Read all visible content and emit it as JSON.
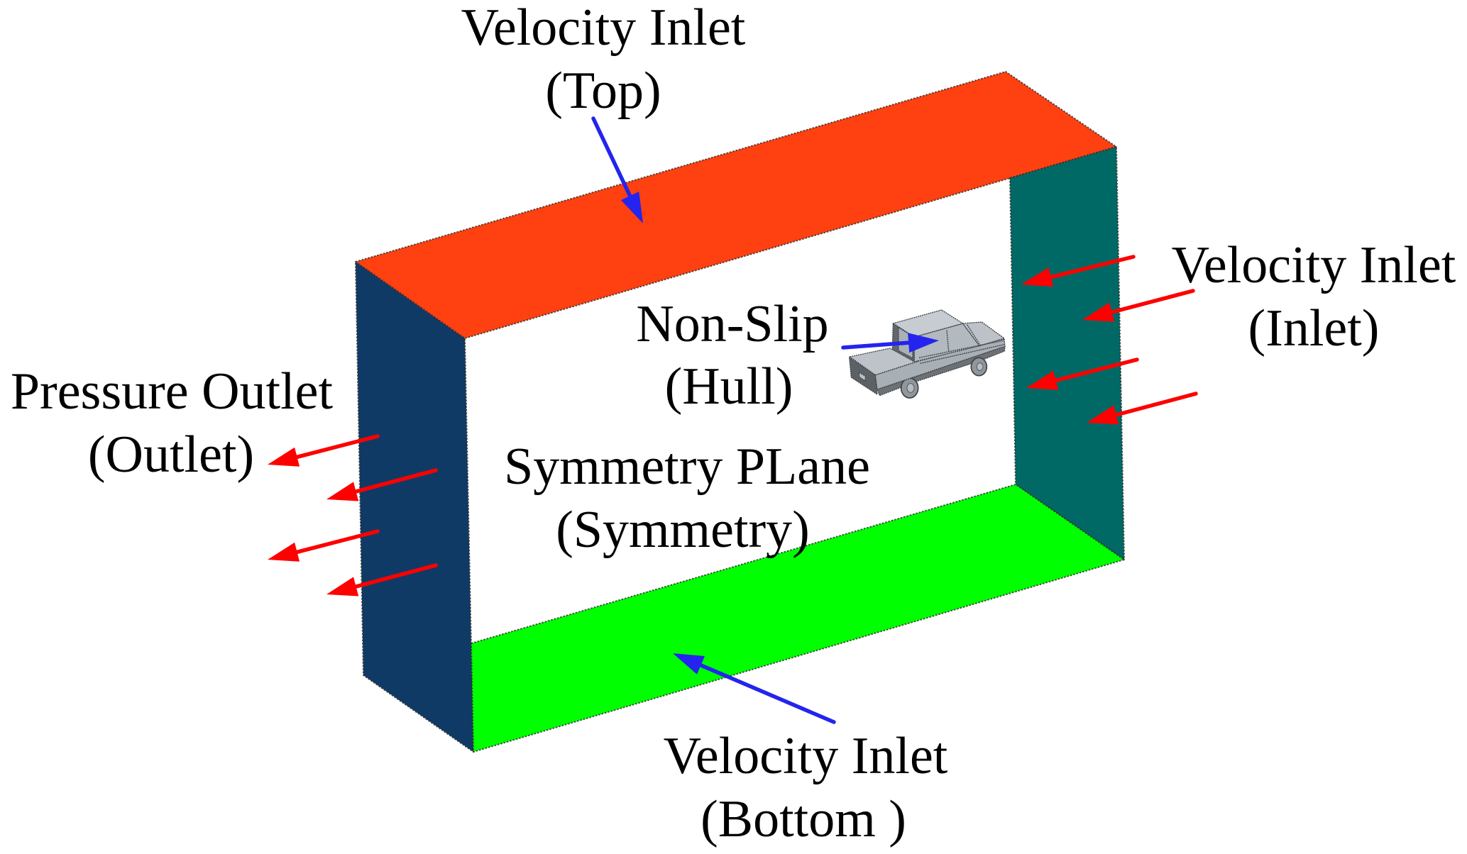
{
  "diagram": {
    "labels": {
      "top": {
        "title": "Velocity Inlet",
        "subtitle": "(Top)"
      },
      "inlet": {
        "title": "Velocity Inlet",
        "subtitle": "(Inlet)"
      },
      "hull": {
        "title": "Non-Slip",
        "subtitle": "(Hull)"
      },
      "outlet": {
        "title": "Pressure Outlet",
        "subtitle": "(Outlet)"
      },
      "symmetry": {
        "title": "Symmetry PLane",
        "subtitle": "(Symmetry)"
      },
      "bottom": {
        "title": "Velocity Inlet",
        "subtitle": "(Bottom )"
      }
    },
    "colors": {
      "background": "#FFFFFF",
      "symmetry_plane": "#FFFFFF",
      "top_face": "#FF4010",
      "inlet_face": "#006966",
      "bottom_face": "#00FF00",
      "outlet_face": "#103A66",
      "flow_arrows": "#FF0000",
      "pointer_arrows": "#2424EE",
      "hull": "#BDC3C9",
      "text": "#000000"
    }
  }
}
